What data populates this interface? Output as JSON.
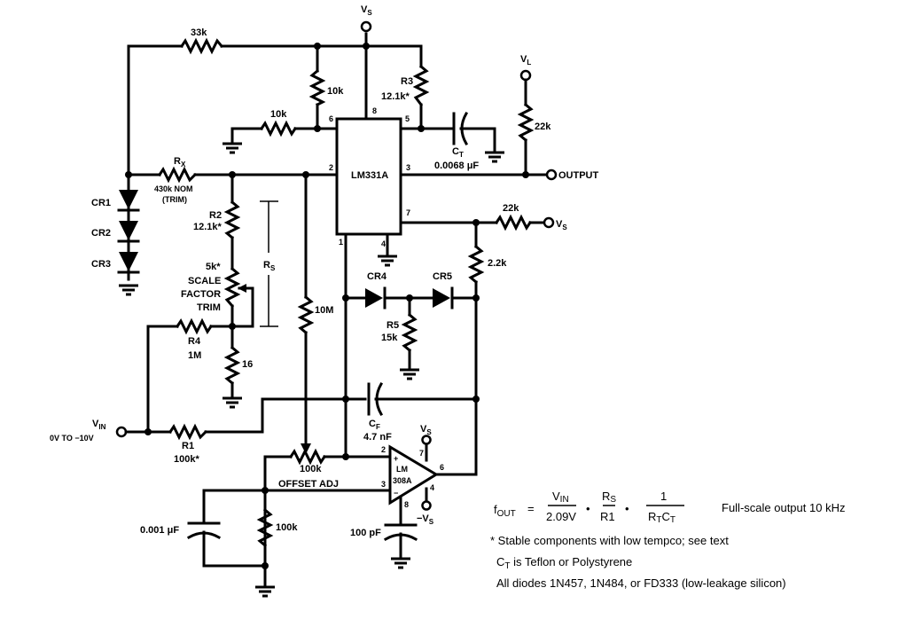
{
  "title": "LM331A precision voltage-to-frequency converter schematic",
  "ic": {
    "main": "LM331A",
    "opamp_line1": "LM",
    "opamp_line2": "308A"
  },
  "pins": {
    "lm331": {
      "p1": "1",
      "p2": "2",
      "p3": "3",
      "p4": "4",
      "p5": "5",
      "p6": "6",
      "p7": "7",
      "p8": "8"
    },
    "lm308": {
      "p2": "2",
      "p3": "3",
      "p4": "4",
      "p6": "6",
      "p7": "7",
      "p8": "8",
      "plus": "+",
      "minus": "−"
    }
  },
  "supplies": {
    "vs": "V",
    "vs_sub": "S",
    "vl": "V",
    "vl_sub": "L",
    "neg_vs": "−V",
    "neg_vs_sub": "S"
  },
  "components": {
    "r_33k": "33k",
    "r_10k_vert": "10k",
    "r_10k_horiz": "10k",
    "r3_name": "R3",
    "r3_value": "12.1k*",
    "ct_name": "C",
    "ct_sub": "T",
    "ct_value": "0.0068 μF",
    "r_22k_pullup": "22k",
    "output": "OUTPUT",
    "rx_name": "R",
    "rx_sub": "X",
    "rx_value": "430k NOM",
    "rx_note": "(TRIM)",
    "cr1": "CR1",
    "cr2": "CR2",
    "cr3": "CR3",
    "r2_name": "R2",
    "r2_value": "12.1k*",
    "pot_value": "5k*",
    "pot_l1": "SCALE",
    "pot_l2": "FACTOR",
    "pot_l3": "TRIM",
    "rs_name": "R",
    "rs_sub": "S",
    "r_10m": "10M",
    "r_22k_vs": "22k",
    "r_2_2k": "2.2k",
    "cr4": "CR4",
    "cr5": "CR5",
    "r5_name": "R5",
    "r5_value": "15k",
    "r4_name": "R4",
    "r4_value": "1M",
    "r_16": "16",
    "vin_name": "V",
    "vin_sub": "IN",
    "vin_range": "0V TO −10V",
    "r1_name": "R1",
    "r1_value": "100k*",
    "cf_name": "C",
    "cf_sub": "F",
    "cf_value": "4.7 nF",
    "offset_pot": "100k",
    "offset_label": "OFFSET ADJ",
    "c_0001": "0.001 μF",
    "r_100k": "100k",
    "c_100pf": "100 pF"
  },
  "formula": {
    "lhs": "f",
    "lhs_sub": "OUT",
    "eq": "=",
    "t1_num": "V",
    "t1_num_sub": "IN",
    "t1_den": "2.09V",
    "dot": "•",
    "t2_num": "R",
    "t2_num_sub": "S",
    "t2_den": "R1",
    "t3_num": "1",
    "t3_den_a": "R",
    "t3_den_a_sub": "T",
    "t3_den_b": "C",
    "t3_den_b_sub": "T",
    "fullscale": "Full-scale output 10 kHz"
  },
  "notes": {
    "n1": "* Stable components with low tempco; see text",
    "n2_a": "C",
    "n2_sub": "T",
    "n2_b": " is Teflon or Polystyrene",
    "n3": "All diodes 1N457, 1N484, or FD333 (low-leakage silicon)"
  }
}
